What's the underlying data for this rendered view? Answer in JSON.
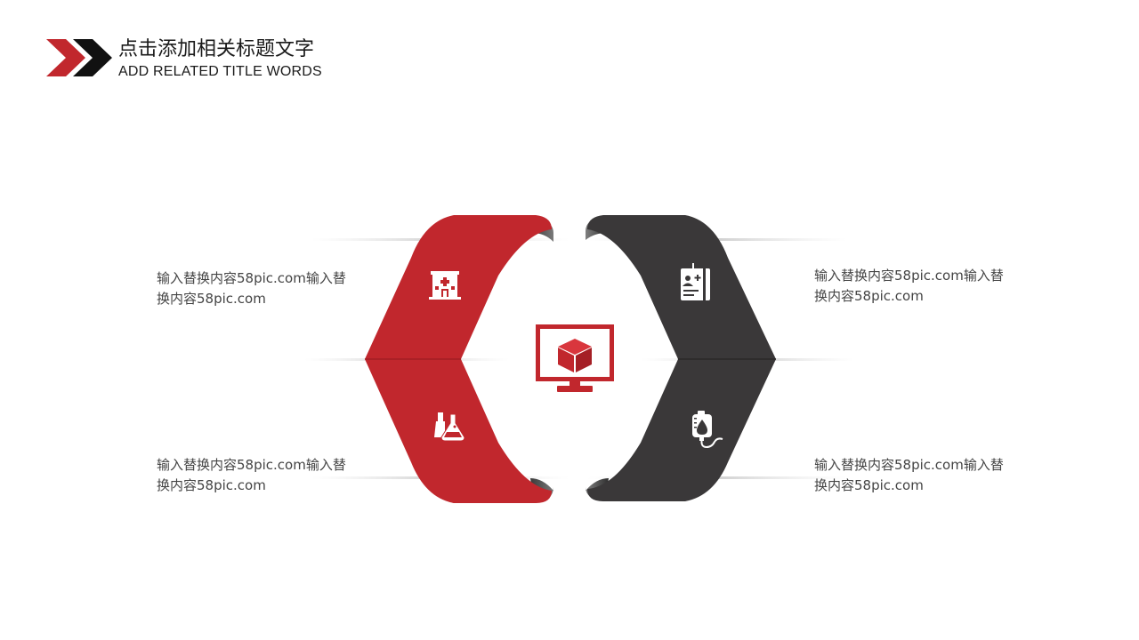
{
  "header": {
    "title_cn": "点击添加相关标题文字",
    "title_en": "ADD RELATED TITLE WORDS"
  },
  "colors": {
    "accent_red": "#c1272d",
    "dark_gray": "#3a3839",
    "shadow_gray": "#6b6b6b",
    "line_gray": "#d9d9d9"
  },
  "center": {
    "icon": "monitor-with-cube-icon"
  },
  "items": [
    {
      "position": "top-left",
      "icon": "hospital-icon",
      "text_line1": "输入替换内容58pic.com输入替",
      "text_line2": "换内容58pic.com"
    },
    {
      "position": "bottom-left",
      "icon": "flask-icon",
      "text_line1": "输入替换内容58pic.com输入替",
      "text_line2": "换内容58pic.com"
    },
    {
      "position": "top-right",
      "icon": "medical-id-card-icon",
      "text_line1": "输入替换内容58pic.com输入替",
      "text_line2": "换内容58pic.com"
    },
    {
      "position": "bottom-right",
      "icon": "iv-blood-bag-icon",
      "text_line1": "输入替换内容58pic.com输入替",
      "text_line2": "换内容58pic.com"
    }
  ]
}
